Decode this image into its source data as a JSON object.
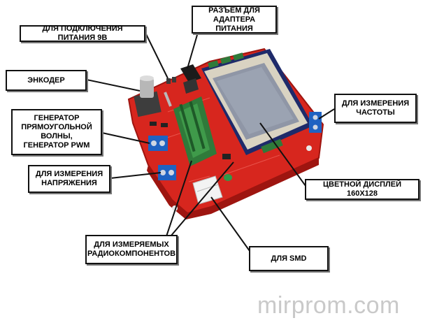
{
  "labels": {
    "power_9v": "ДЛЯ ПОДКЛЮЧЕНИЯ ПИТАНИЯ 9В",
    "adapter_line1": "РАЗЪЕМ ДЛЯ",
    "adapter_line2": "АДАПТЕРА ПИТАНИЯ",
    "encoder": "ЭНКОДЕР",
    "frequency_line1": "ДЛЯ ИЗМЕРЕНИЯ",
    "frequency_line2": "ЧАСТОТЫ",
    "generator_line1": "ГЕНЕРАТОР",
    "generator_line2": "ПРЯМОУГОЛЬНОЙ",
    "generator_line3": "ВОЛНЫ,",
    "generator_line4": "ГЕНЕРАТОР PWM",
    "voltage_line1": "ДЛЯ ИЗМЕРЕНИЯ",
    "voltage_line2": "НАПРЯЖЕНИЯ",
    "display": "ЦВЕТНОЙ ДИСПЛЕЙ 160Х128",
    "components_line1": "ДЛЯ ИЗМЕРЯЕМЫХ",
    "components_line2": "РАДИОКОМПОНЕНТОВ",
    "smd": "ДЛЯ SMD"
  },
  "watermark": "mirprom.com",
  "colors": {
    "board": "#d7261e",
    "board_dark": "#9e1510",
    "screen": "#8f96a6",
    "screen_frame": "#d9d3c2",
    "socket": "#2f7a3a",
    "terminal": "#1f62c2",
    "callout_border": "#111111"
  }
}
